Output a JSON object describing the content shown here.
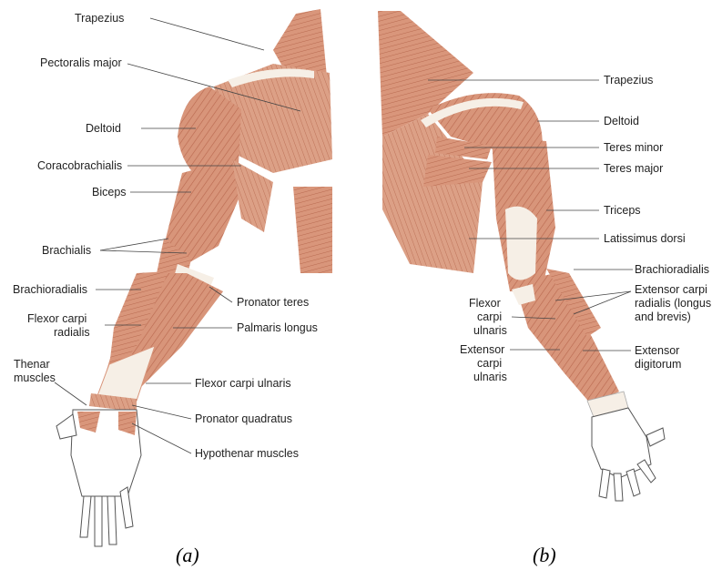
{
  "colors": {
    "muscle": "#d8957a",
    "muscle_dark": "#b9674e",
    "muscle_light": "#efc4ae",
    "tendon": "#f6efe6",
    "line": "#444444"
  },
  "figure_a": {
    "caption": "(a)",
    "labels": {
      "trapezius": "Trapezius",
      "pectoralis_major": "Pectoralis major",
      "deltoid": "Deltoid",
      "coracobrachialis": "Coracobrachialis",
      "biceps": "Biceps",
      "brachialis": "Brachialis",
      "brachioradialis": "Brachioradialis",
      "flexor_carpi_radialis": [
        "Flexor carpi",
        "radialis"
      ],
      "thenar_muscles": [
        "Thenar",
        "muscles"
      ],
      "pronator_teres": "Pronator teres",
      "palmaris_longus": "Palmaris longus",
      "flexor_carpi_ulnaris": "Flexor carpi ulnaris",
      "pronator_quadratus": "Pronator quadratus",
      "hypothenar_muscles": "Hypothenar muscles"
    }
  },
  "figure_b": {
    "caption": "(b)",
    "labels": {
      "trapezius": "Trapezius",
      "deltoid": "Deltoid",
      "teres_minor": "Teres minor",
      "teres_major": "Teres major",
      "triceps": "Triceps",
      "latissimus_dorsi": "Latissimus dorsi",
      "brachioradialis": "Brachioradialis",
      "extensor_carpi_radialis": [
        "Extensor carpi",
        "radialis (longus",
        "and brevis)"
      ],
      "flexor_carpi_ulnaris": [
        "Flexor",
        "carpi",
        "ulnaris"
      ],
      "extensor_carpi_ulnaris": [
        "Extensor",
        "carpi",
        "ulnaris"
      ],
      "extensor_digitorum": [
        "Extensor",
        "digitorum"
      ]
    }
  }
}
